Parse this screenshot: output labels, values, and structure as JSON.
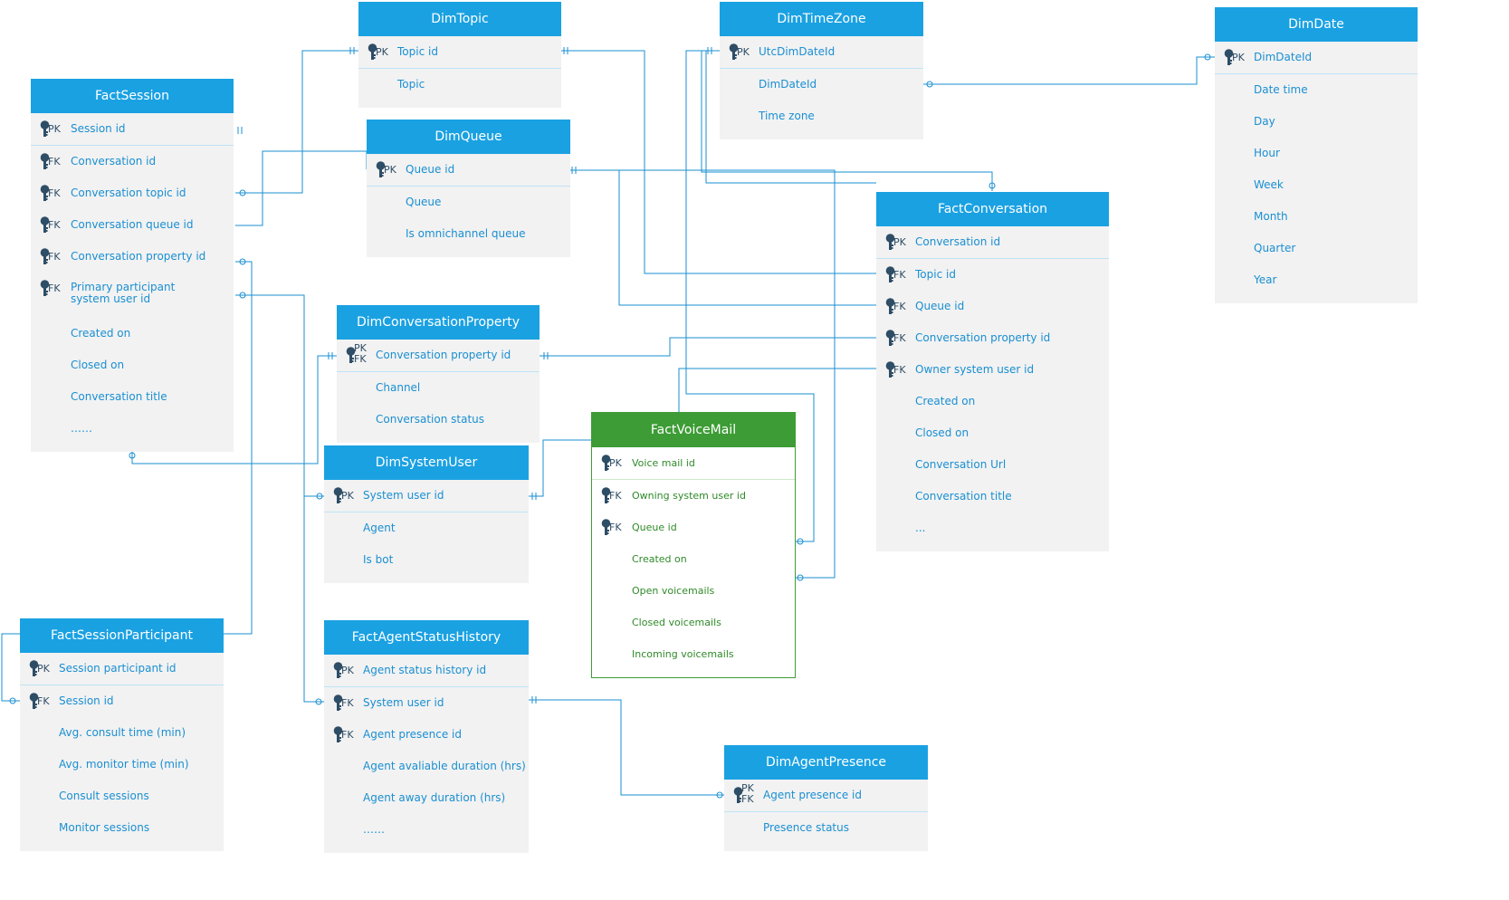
{
  "entities": {
    "dim_topic": {
      "title": "DimTopic",
      "rows": [
        {
          "key": "PK",
          "label": "Topic id"
        },
        {
          "key": "",
          "label": "Topic"
        }
      ]
    },
    "dim_time_zone": {
      "title": "DimTimeZone",
      "rows": [
        {
          "key": "PK",
          "label": "UtcDimDateId"
        },
        {
          "key": "",
          "label": "DimDateId"
        },
        {
          "key": "",
          "label": "Time zone"
        }
      ]
    },
    "dim_date": {
      "title": "DimDate",
      "rows": [
        {
          "key": "PK",
          "label": "DimDateId"
        },
        {
          "key": "",
          "label": "Date time"
        },
        {
          "key": "",
          "label": "Day"
        },
        {
          "key": "",
          "label": "Hour"
        },
        {
          "key": "",
          "label": "Week"
        },
        {
          "key": "",
          "label": "Month"
        },
        {
          "key": "",
          "label": "Quarter"
        },
        {
          "key": "",
          "label": "Year"
        }
      ]
    },
    "fact_session": {
      "title": "FactSession",
      "rows": [
        {
          "key": "PK",
          "label": "Session id"
        },
        {
          "key": "FK",
          "label": "Conversation id"
        },
        {
          "key": "FK",
          "label": "Conversation topic id"
        },
        {
          "key": "FK",
          "label": "Conversation queue id"
        },
        {
          "key": "FK",
          "label": "Conversation property id"
        },
        {
          "key": "FK",
          "label": "Primary participant system user id"
        },
        {
          "key": "",
          "label": "Created on"
        },
        {
          "key": "",
          "label": "Closed on"
        },
        {
          "key": "",
          "label": "Conversation title"
        },
        {
          "key": "",
          "label": "……"
        }
      ]
    },
    "dim_queue": {
      "title": "DimQueue",
      "rows": [
        {
          "key": "PK",
          "label": "Queue id"
        },
        {
          "key": "",
          "label": "Queue"
        },
        {
          "key": "",
          "label": "Is omnichannel queue"
        }
      ]
    },
    "fact_conversation": {
      "title": "FactConversation",
      "rows": [
        {
          "key": "PK",
          "label": "Conversation id"
        },
        {
          "key": "FK",
          "label": "Topic id"
        },
        {
          "key": "FK",
          "label": "Queue id"
        },
        {
          "key": "FK",
          "label": "Conversation property id"
        },
        {
          "key": "FK",
          "label": "Owner system user id"
        },
        {
          "key": "",
          "label": "Created on"
        },
        {
          "key": "",
          "label": "Closed on"
        },
        {
          "key": "",
          "label": "Conversation Url"
        },
        {
          "key": "",
          "label": "Conversation title"
        },
        {
          "key": "",
          "label": "..."
        }
      ]
    },
    "dim_conversation_property": {
      "title": "DimConversationProperty",
      "rows": [
        {
          "key": "PK FK",
          "label": "Conversation property id"
        },
        {
          "key": "",
          "label": "Channel"
        },
        {
          "key": "",
          "label": "Conversation status"
        }
      ]
    },
    "dim_system_user": {
      "title": "DimSystemUser",
      "rows": [
        {
          "key": "PK",
          "label": "System user id"
        },
        {
          "key": "",
          "label": "Agent"
        },
        {
          "key": "",
          "label": "Is bot"
        }
      ]
    },
    "fact_voice_mail": {
      "title": "FactVoiceMail",
      "rows": [
        {
          "key": "PK",
          "label": "Voice mail id"
        },
        {
          "key": "FK",
          "label": "Owning system user id"
        },
        {
          "key": "FK",
          "label": "Queue id"
        },
        {
          "key": "",
          "label": "Created on"
        },
        {
          "key": "",
          "label": "Open voicemails"
        },
        {
          "key": "",
          "label": "Closed voicemails"
        },
        {
          "key": "",
          "label": "Incoming voicemails"
        }
      ]
    },
    "fact_session_participant": {
      "title": "FactSessionParticipant",
      "rows": [
        {
          "key": "PK",
          "label": "Session participant id"
        },
        {
          "key": "FK",
          "label": "Session id"
        },
        {
          "key": "",
          "label": "Avg. consult time (min)"
        },
        {
          "key": "",
          "label": "Avg. monitor time (min)"
        },
        {
          "key": "",
          "label": "Consult sessions"
        },
        {
          "key": "",
          "label": "Monitor sessions"
        }
      ]
    },
    "fact_agent_status_history": {
      "title": "FactAgentStatusHistory",
      "rows": [
        {
          "key": "PK",
          "label": "Agent status history id"
        },
        {
          "key": "FK",
          "label": "System user id"
        },
        {
          "key": "FK",
          "label": "Agent presence id"
        },
        {
          "key": "",
          "label": "Agent avaliable duration (hrs)"
        },
        {
          "key": "",
          "label": "Agent away duration (hrs)"
        },
        {
          "key": "",
          "label": "……"
        }
      ]
    },
    "dim_agent_presence": {
      "title": "DimAgentPresence",
      "rows": [
        {
          "key": "PK FK",
          "label": "Agent presence id"
        },
        {
          "key": "",
          "label": "Presence status"
        }
      ]
    }
  },
  "colors": {
    "header_blue": "#1aa1e2",
    "header_green": "#3d9c35",
    "connector": "#1a8fd2",
    "key_icon": "#2e4d66"
  }
}
